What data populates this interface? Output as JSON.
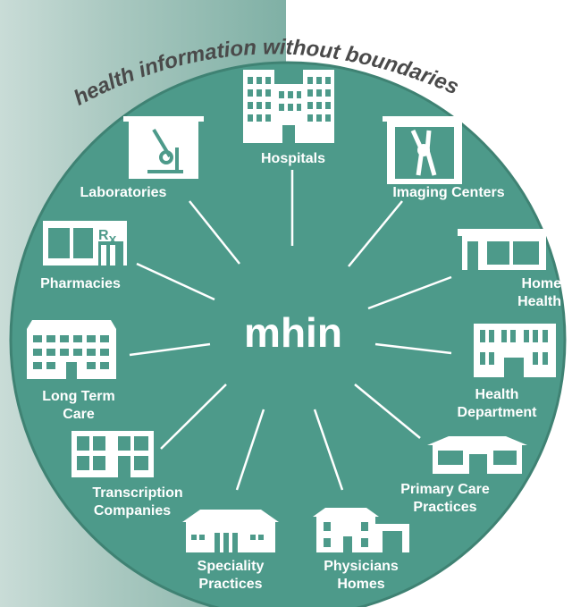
{
  "tagline": "health information without boundaries",
  "center_label": "mhin",
  "colors": {
    "circle": "#4d9a8a",
    "circle_edge": "#3f8273",
    "white": "#ffffff",
    "tagline": "#4a4a4a"
  },
  "nodes": {
    "hospitals": "Hospitals",
    "laboratories": "Laboratories",
    "imaging_centers": "Imaging Centers",
    "pharmacies": "Pharmacies",
    "pharmacy_sign": "R",
    "pharmacy_sign_sub": "X",
    "home_health_1": "Home",
    "home_health_2": "Health",
    "long_term_care_1": "Long Term",
    "long_term_care_2": "Care",
    "health_department_1": "Health",
    "health_department_2": "Department",
    "transcription_1": "Transcription",
    "transcription_2": "Companies",
    "primary_care_1": "Primary Care",
    "primary_care_2": "Practices",
    "speciality_1": "Speciality",
    "speciality_2": "Practices",
    "physicians_1": "Physicians",
    "physicians_2": "Homes"
  }
}
